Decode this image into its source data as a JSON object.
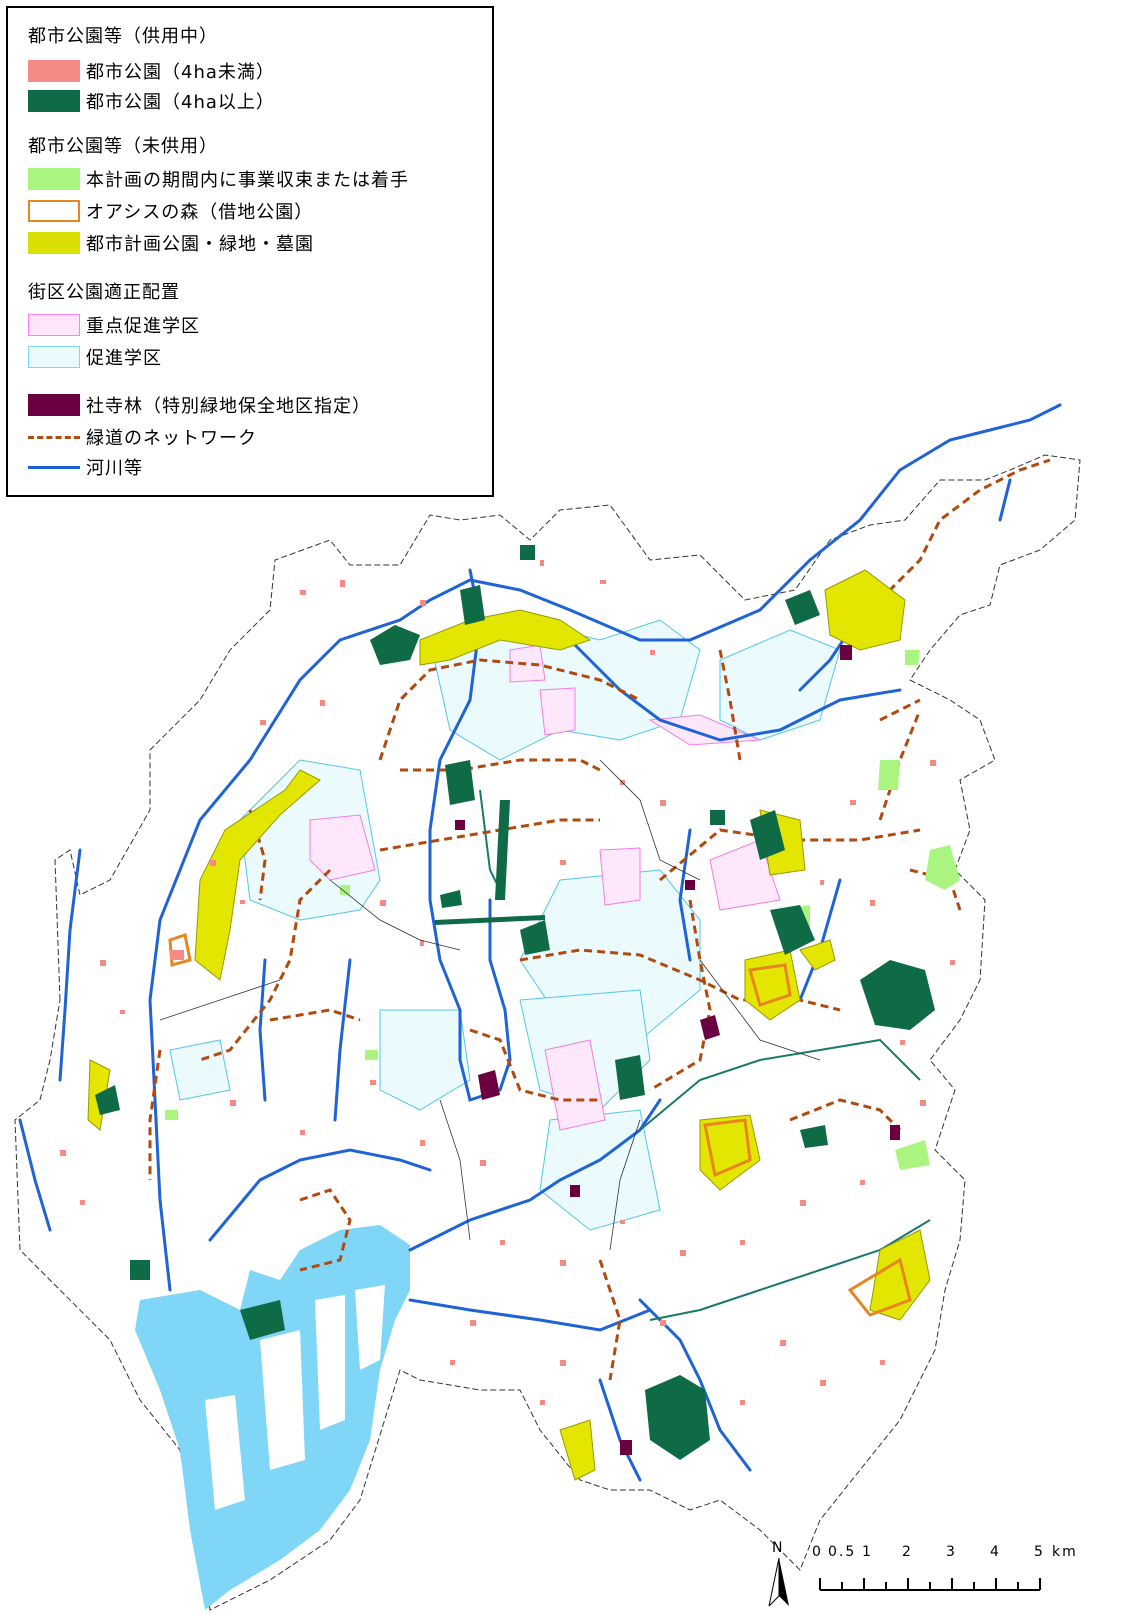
{
  "legend": {
    "section1_title": "都市公園等（供用中）",
    "items1": [
      {
        "label": "都市公園（4ha未満）",
        "color": "#f58a82"
      },
      {
        "label": "都市公園（4ha以上）",
        "color": "#0e6b45"
      }
    ],
    "section2_title": "都市公園等（未供用）",
    "items2": [
      {
        "label": "本計画の期間内に事業収束または着手",
        "color": "#a9f57f"
      },
      {
        "label": "オアシスの森（借地公園）",
        "color": "#e6861e"
      },
      {
        "label": "都市計画公園・緑地・墓園",
        "color": "#d9e000"
      }
    ],
    "section3_title": "街区公園適正配置",
    "items3": [
      {
        "label": "重点促進学区",
        "color": "#ff80ee"
      },
      {
        "label": "促進学区",
        "color": "#7fd8f2"
      }
    ],
    "items4": [
      {
        "label": "社寺林（特別緑地保全地区指定）",
        "color": "#6a0040"
      },
      {
        "label": "緑道のネットワーク",
        "color": "#b24a10"
      },
      {
        "label": "河川等",
        "color": "#1a5fd4"
      }
    ]
  },
  "scale": {
    "north": "N",
    "ticks": [
      "0",
      "0.5",
      "1",
      "2",
      "3",
      "4",
      "5"
    ],
    "unit": "km"
  }
}
